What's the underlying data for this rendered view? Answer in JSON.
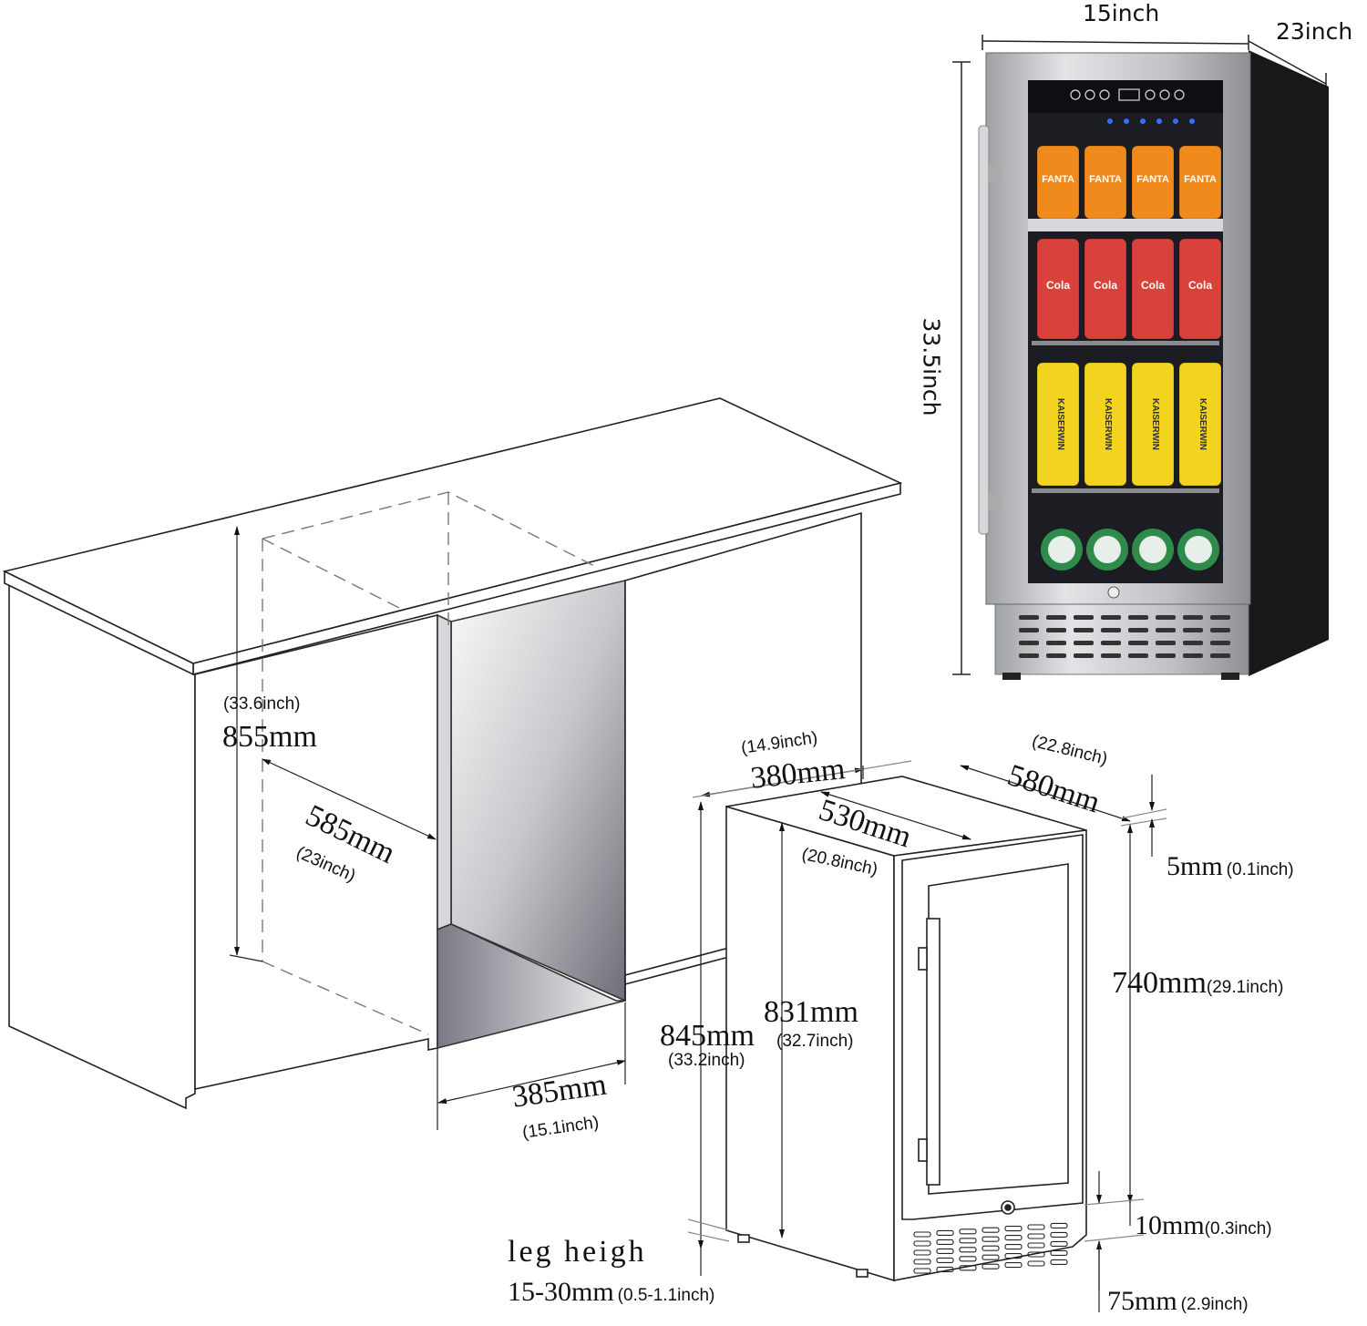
{
  "photo": {
    "width_label": "15inch",
    "depth_label": "23inch",
    "height_label": "33.5inch",
    "can_labels": {
      "top_row": "FANTA",
      "second_row": "Cola",
      "third_row": "KAISERWIN"
    },
    "colors": {
      "frame": "#c9cbcd",
      "glass": "#1b1d23",
      "side": "#17181a",
      "fanta": "#f08a1c",
      "cola": "#d9423a",
      "kaiser": "#f2d320",
      "green": "#2e8b4a",
      "led": "#3a6cff"
    }
  },
  "cabinet": {
    "height": {
      "mm": "855mm",
      "inch": "(33.6inch)"
    },
    "depth": {
      "mm": "585mm",
      "inch": "(23inch)"
    },
    "opening_width": {
      "mm": "385mm",
      "inch": "(15.1inch)"
    }
  },
  "fridge": {
    "width": {
      "mm": "380mm",
      "inch": "(14.9inch)"
    },
    "total_depth": {
      "mm": "580mm",
      "inch": "(22.8inch)"
    },
    "body_depth": {
      "mm": "530mm",
      "inch": "(20.8inch)"
    },
    "top_gap": {
      "mm": "5mm",
      "inch": "(0.1inch)"
    },
    "door_height": {
      "mm": "740mm",
      "inch": "(29.1inch)"
    },
    "total_height": {
      "mm": "845mm",
      "inch": "(33.2inch)"
    },
    "body_height": {
      "mm": "831mm",
      "inch": "(32.7inch)"
    },
    "bottom_gap": {
      "mm": "10mm",
      "inch": "(0.3inch)"
    },
    "base_height": {
      "mm": "75mm",
      "inch": "(2.9inch)"
    },
    "leg": {
      "title": "leg heigh",
      "mm": "15-30mm",
      "inch": "(0.5-1.1inch)"
    }
  }
}
